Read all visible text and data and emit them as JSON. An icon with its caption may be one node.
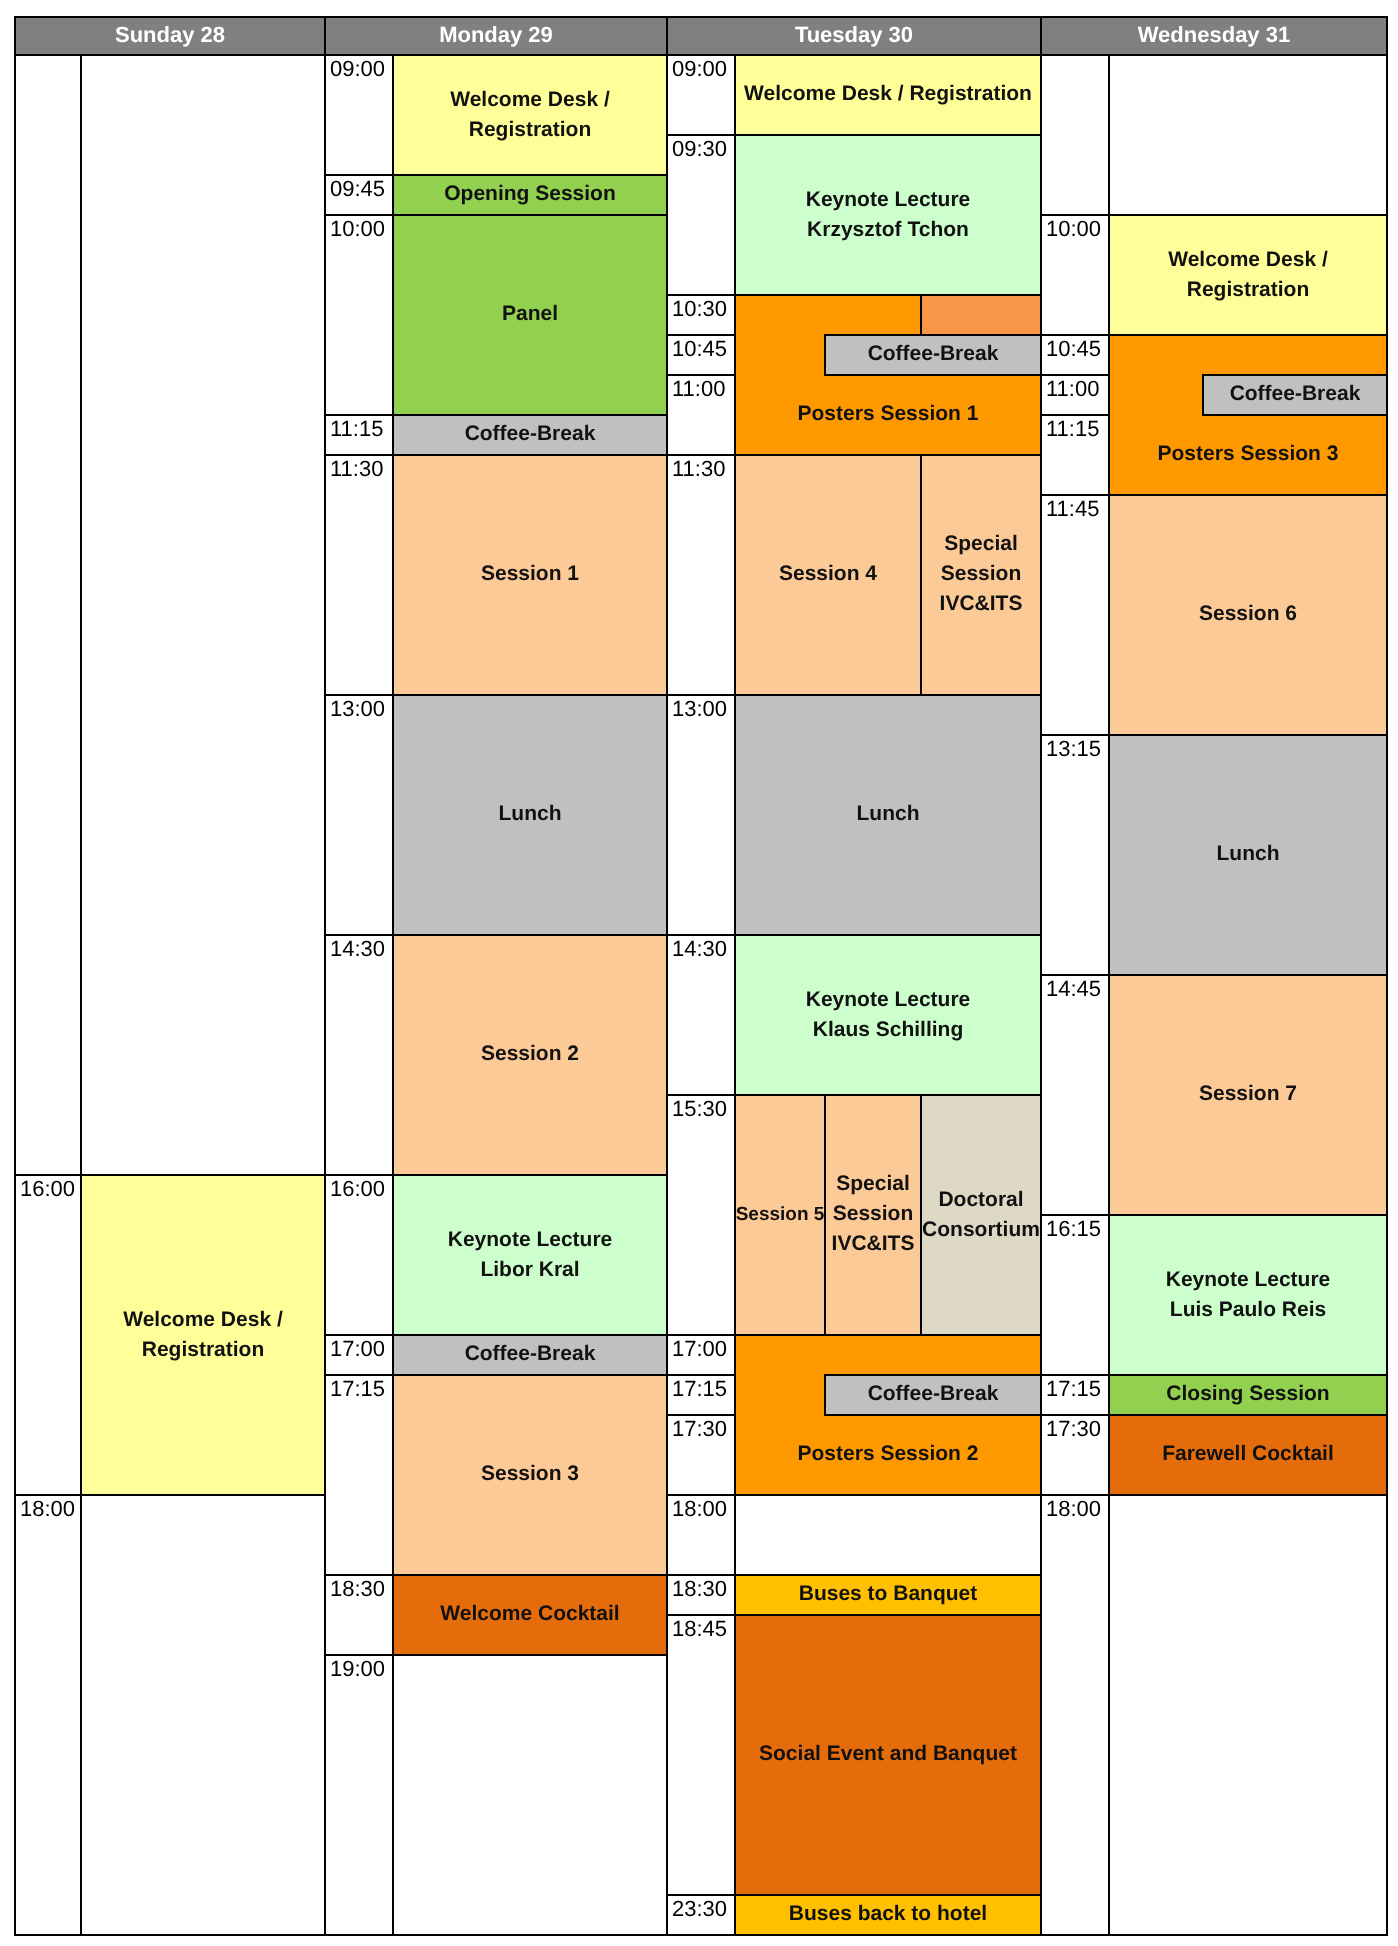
{
  "diagram": {
    "nodes": [
      {
        "text": [
          "Welcome Desk / Registration"
        ]
      },
      {
        "text": [
          "Welcome Desk / Registration"
        ]
      },
      {
        "text": [
          "Opening Session"
        ]
      },
      {
        "text": [
          "Panel"
        ]
      },
      {
        "text": [
          "Coffee-Break"
        ]
      },
      {
        "text": [
          "Session 1"
        ]
      },
      {
        "text": [
          "Lunch"
        ]
      },
      {
        "text": [
          "Session 2"
        ]
      },
      {
        "text": [
          "Keynote Lecture",
          "Libor Kral"
        ]
      },
      {
        "text": [
          "Coffee-Break"
        ]
      },
      {
        "text": [
          "Session 3"
        ]
      },
      {
        "text": [
          "Welcome Cocktail"
        ]
      },
      {
        "text": [
          "Welcome Desk / Registration"
        ]
      },
      {
        "text": [
          "Keynote Lecture",
          "Krzysztof Tchon"
        ]
      },
      {
        "text": [
          "Posters Session 1"
        ]
      },
      {
        "text": [],
        "shape": "box",
        "in": 14
      },
      {
        "text": [
          "Coffee-Break"
        ],
        "in": 14
      },
      {
        "text": [
          "Session 4"
        ]
      },
      {
        "text": [
          "Special Session IVC&ITS"
        ]
      },
      {
        "text": [
          "Lunch"
        ]
      },
      {
        "text": [
          "Keynote Lecture",
          "Klaus Schilling"
        ]
      },
      {
        "text": [
          "Session 5"
        ]
      },
      {
        "text": [
          "Special Session IVC&ITS"
        ]
      },
      {
        "text": [
          "Doctoral Consortium"
        ]
      },
      {
        "text": [
          "Posters Session 2"
        ]
      },
      {
        "text": [
          "Coffee-Break"
        ],
        "in": 24
      },
      {
        "text": [
          "Buses to Banquet"
        ]
      },
      {
        "text": [
          "Social Event and Banquet"
        ]
      },
      {
        "text": [
          "Buses back to hotel"
        ]
      },
      {
        "text": [
          "Welcome Desk / Registration"
        ]
      },
      {
        "text": [
          "Posters Session 3"
        ]
      },
      {
        "text": [
          "Coffee-Break"
        ],
        "in": 30
      },
      {
        "text": [
          "Session 6"
        ]
      },
      {
        "text": [
          "Lunch"
        ]
      },
      {
        "text": [
          "Session 7"
        ]
      },
      {
        "text": [
          "Keynote Lecture",
          "Luis Paulo Reis"
        ]
      },
      {
        "text": [
          "Closing Session"
        ]
      },
      {
        "text": [
          "Farewell Cocktail"
        ]
      }
    ],
    "labels": [
      "Sunday 28",
      "Monday 29",
      "Tuesday 30",
      "Wednesday 31",
      "16:00",
      "18:00",
      "09:00",
      "09:45",
      "10:00",
      "11:15",
      "11:30",
      "13:00",
      "14:30",
      "16:00",
      "17:00",
      "17:15",
      "18:30",
      "19:00",
      "09:00",
      "09:30",
      "10:30",
      "10:45",
      "11:00",
      "11:30",
      "13:00",
      "14:30",
      "15:30",
      "17:00",
      "17:15",
      "17:30",
      "18:00",
      "18:30",
      "18:45",
      "23:30",
      "10:00",
      "10:45",
      "11:00",
      "11:15",
      "11:45",
      "13:15",
      "14:45",
      "16:15",
      "17:15",
      "17:30",
      "18:00"
    ]
  }
}
